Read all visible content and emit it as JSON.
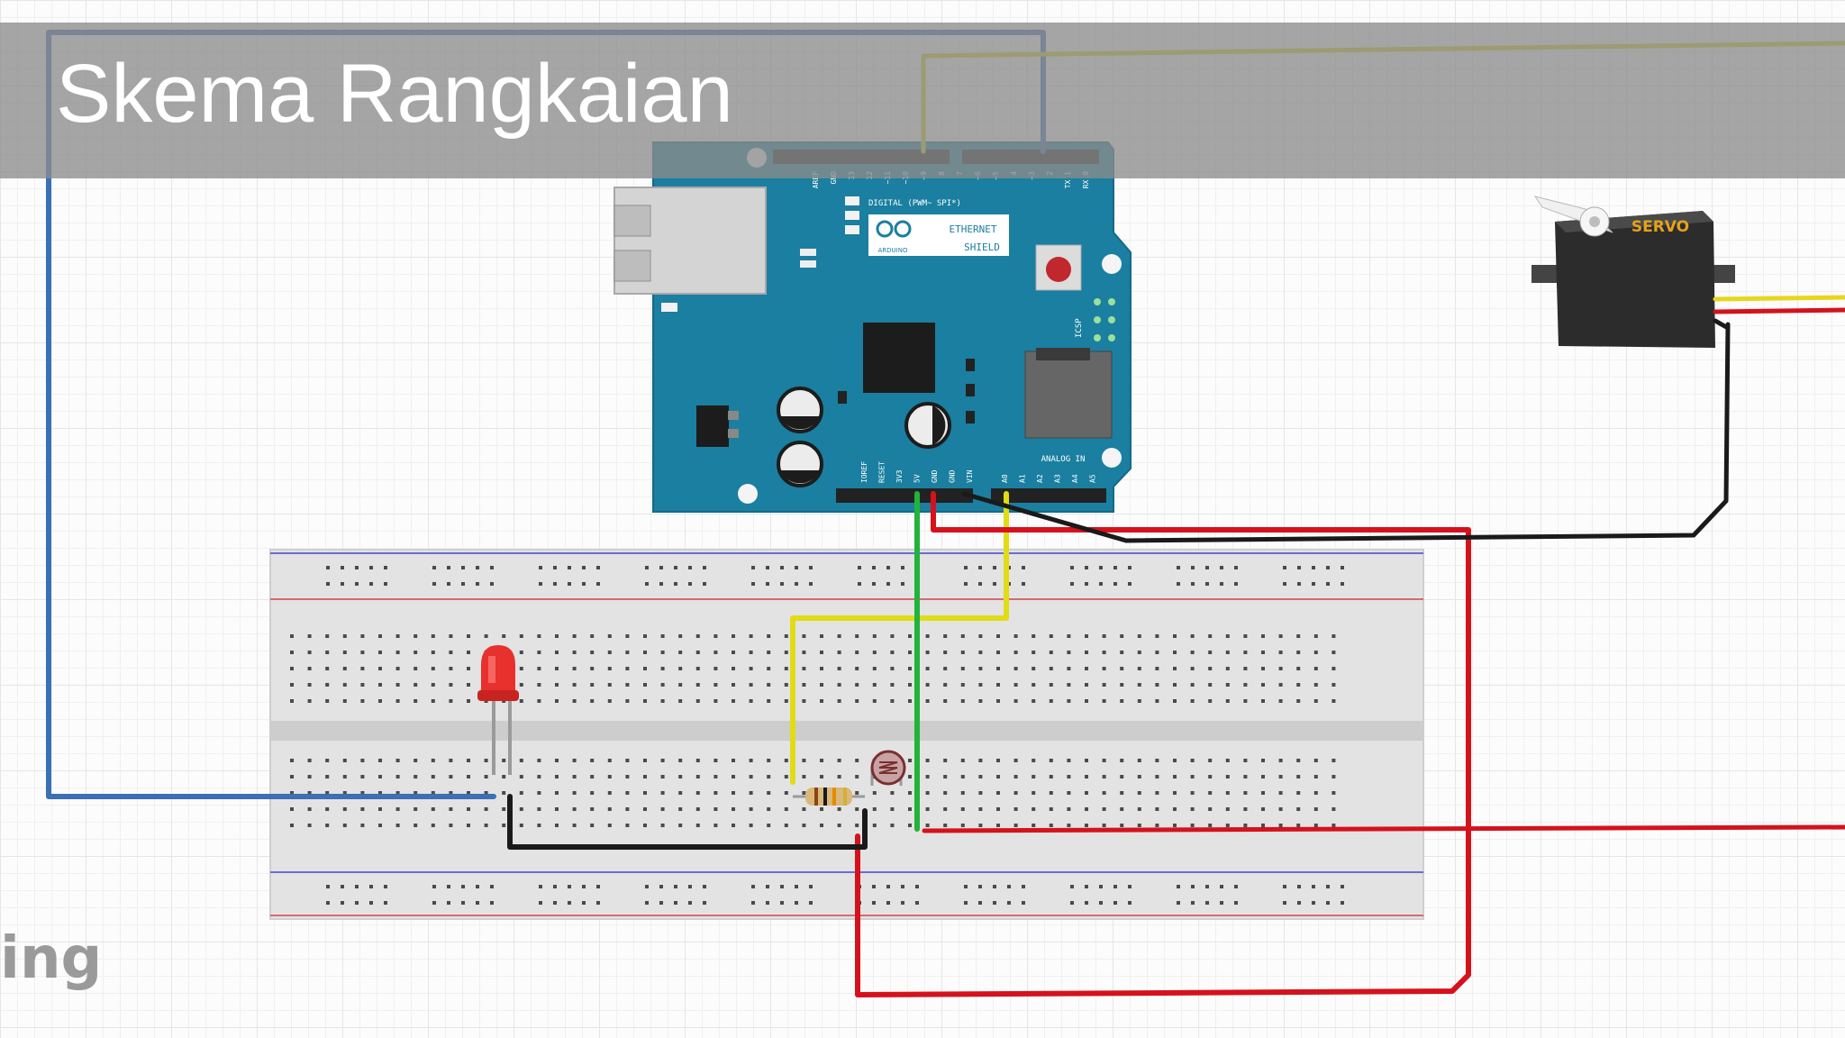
{
  "title": "Skema Rangkaian",
  "watermark": "ing",
  "board": {
    "logo_text": "ETHERNET",
    "shield_text": "SHIELD",
    "brand_text": "ARDUINO",
    "digital_header_label": "DIGITAL (PWM~ SPI*)",
    "digital_pins": [
      "AREF",
      "GND",
      "13",
      "12",
      "~11",
      "~10",
      "~9",
      "8",
      "7",
      "~6",
      "~5",
      "4",
      "~3",
      "2",
      "TX 1",
      "RX 0"
    ],
    "power_pins": [
      "IOREF",
      "RESET",
      "3V3",
      "5V",
      "GND",
      "GND",
      "VIN"
    ],
    "analog_header_label": "ANALOG IN",
    "analog_pins": [
      "A0",
      "A1",
      "A2",
      "A3",
      "A4",
      "A5"
    ],
    "icsp_label": "ICSP"
  },
  "servo": {
    "label": "SERVO"
  },
  "colors": {
    "board": "#1a7fa0",
    "wire_blue": "#3b6fb6",
    "wire_yellow": "#d7d31a",
    "wire_green": "#22b33a",
    "wire_red": "#d5121c",
    "wire_black": "#1a1a1a",
    "led": "#e8302c",
    "servo_label": "#e6a21a"
  }
}
